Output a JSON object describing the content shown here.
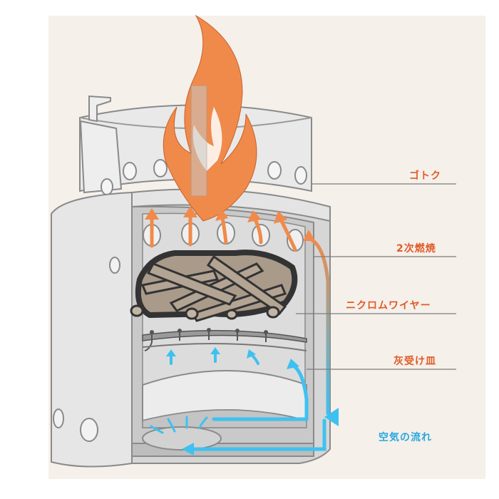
{
  "labels": {
    "gotoku": "ゴトク",
    "secondary_combustion": "2次燃焼",
    "nichrome_wire": "ニクロムワイヤー",
    "ash_tray": "灰受け皿",
    "air_flow": "空気の流れ"
  },
  "colors": {
    "background_panel": "#f5f0ea",
    "stove_outline": "#8a8a8a",
    "stove_fill": "#e6e6e6",
    "inner_fill": "#c9c9c9",
    "flame": "#f08a4b",
    "wood": "#a99a8a",
    "wood_outline": "#3a3a3a",
    "air": "#3ec1f1",
    "label_red": "#e05a28",
    "label_blue": "#2aa8e0",
    "leader_line": "#7d7d7d"
  }
}
